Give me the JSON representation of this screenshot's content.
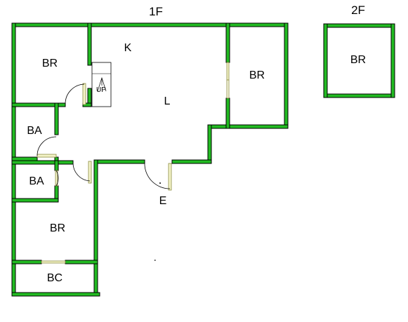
{
  "floors": {
    "first": "1F",
    "second": "2F"
  },
  "rooms": {
    "br_top_left": "BR",
    "kitchen": "K",
    "living": "L",
    "br_right": "BR",
    "ba_upper": "BA",
    "ba_lower": "BA",
    "entry": "E",
    "br_bottom": "BR",
    "bc": "BC",
    "br_2f": "BR"
  },
  "stairs": {
    "label": "UP"
  },
  "colors": {
    "wall": "#22bb22",
    "outline": "#000000",
    "door_leaf": "#f4f4c8",
    "background": "#ffffff"
  }
}
